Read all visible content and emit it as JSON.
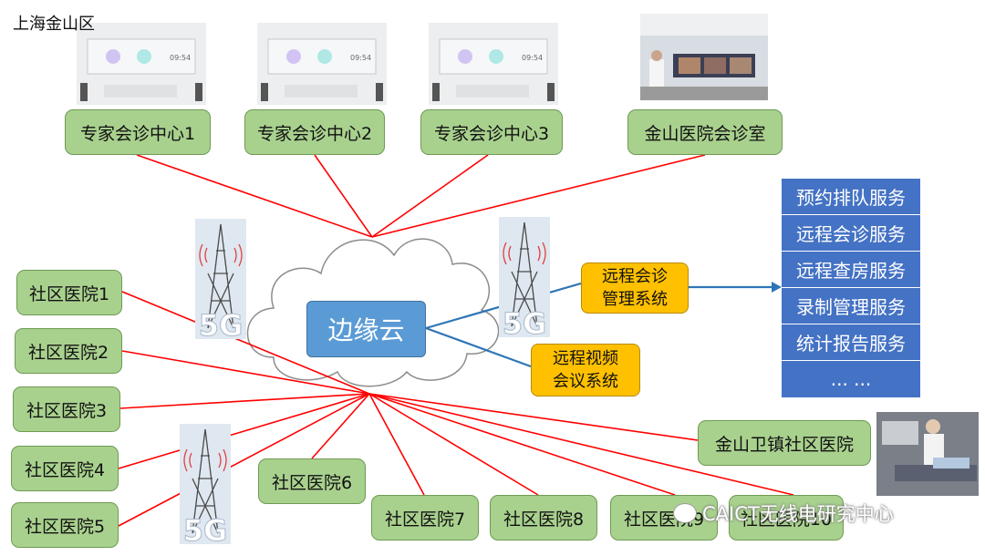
{
  "region_label": "上海金山区",
  "top_nodes": [
    "专家会诊中心1",
    "专家会诊中心2",
    "专家会诊中心3",
    "金山医院会诊室"
  ],
  "edge_cloud_label": "边缘云",
  "remote_consult_system": [
    "远程会诊",
    "管理系统"
  ],
  "video_conf_system": [
    "远程视频",
    "会议系统"
  ],
  "services": [
    "预约排队服务",
    "远程会诊服务",
    "远程查房服务",
    "录制管理服务",
    "统计报告服务",
    "... ..."
  ],
  "community_left": [
    "社区医院1",
    "社区医院2",
    "社区医院3",
    "社区医院4",
    "社区医院5"
  ],
  "community_bottom": [
    "社区医院6",
    "社区医院7",
    "社区医院8",
    "社区医院9",
    "社区医院10"
  ],
  "jinshan_weizhen": "金山卫镇社区医院",
  "tower_label": "5G",
  "screen_clock": "09:54",
  "watermark": "CAICT无线电研究中心",
  "colors": {
    "green_box": "#a9d18e",
    "yellow_box": "#ffc000",
    "cloud_box": "#5b9bd5",
    "service_panel": "#4472c4",
    "red_link": "#ff0000",
    "blue_link": "#2e75b6"
  }
}
